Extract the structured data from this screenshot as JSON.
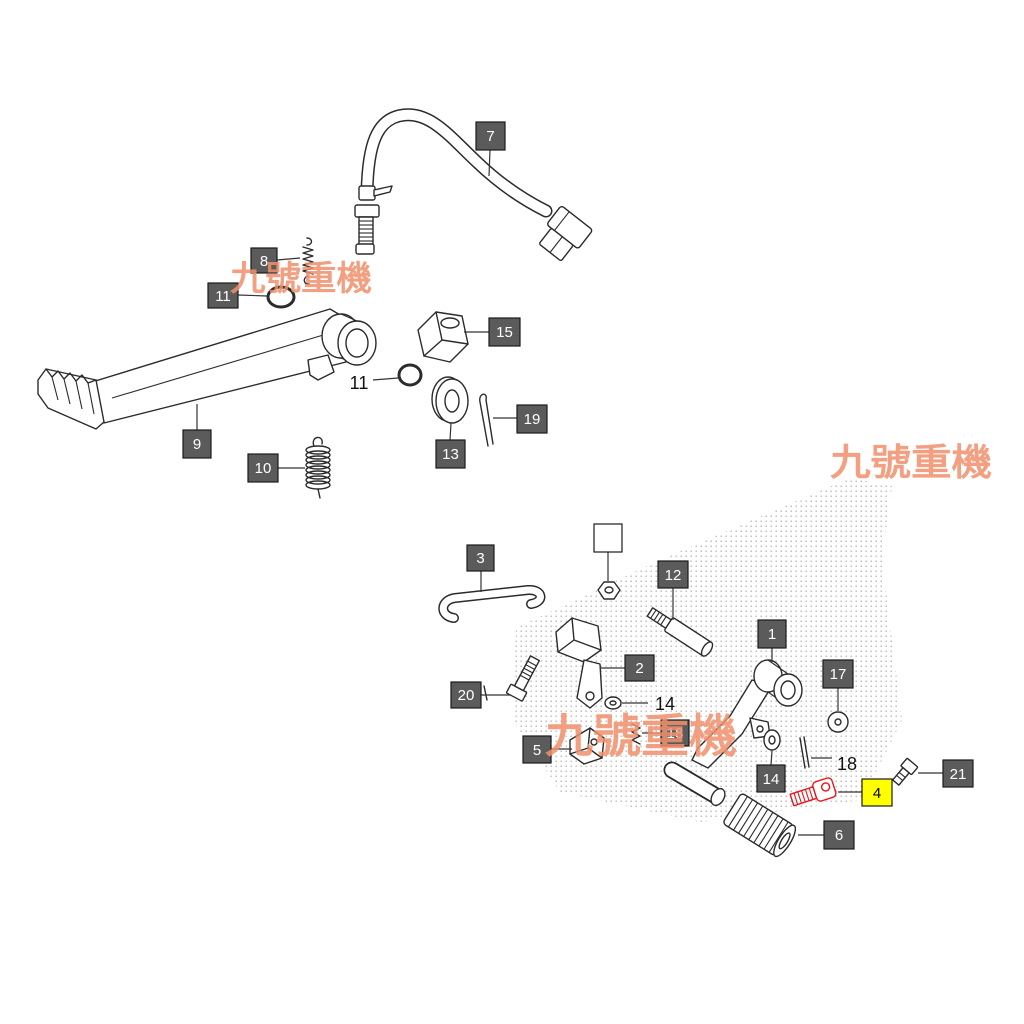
{
  "callouts": {
    "c1": "1",
    "c2": "2",
    "c3": "3",
    "c4": "4",
    "c5": "5",
    "c6": "6",
    "c7": "7",
    "c8": "8",
    "c9": "9",
    "c10": "10",
    "c11_box": "11",
    "c11_plain": "11",
    "c12": "12",
    "c13": "13",
    "c14_box": "14",
    "c14_plain": "14",
    "c15": "15",
    "c17": "17",
    "c18_box": "18",
    "c18_plain": "18",
    "c19": "19",
    "c20": "20",
    "c21": "21"
  },
  "watermarks": [
    "九號重機",
    "九號重機",
    "九號重機"
  ],
  "colors": {
    "callout_fill": "#5b5b5b",
    "callout_text": "#ffffff",
    "highlight_fill": "#ffff00",
    "highlight_part": "#e8141a",
    "watermark": "#f0906c",
    "line": "#2b2b2b"
  }
}
